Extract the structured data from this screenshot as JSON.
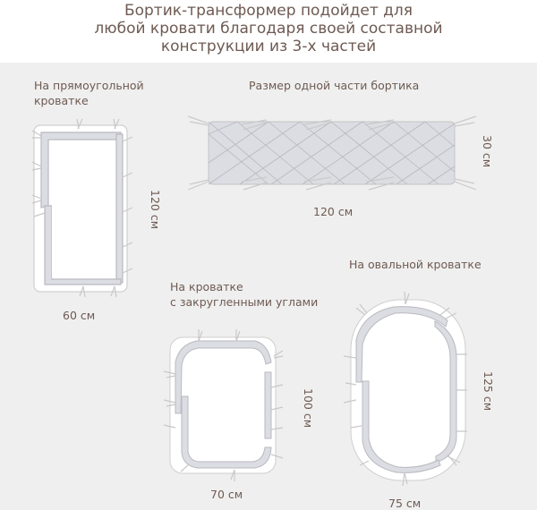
{
  "title": {
    "line1": "Бортик-трансформер подойдет для",
    "line2": "любой кровати благодаря своей составной",
    "line3": "конструкции из 3-х частей"
  },
  "rectangular_crib": {
    "label_line1": "На прямоугольной",
    "label_line2": "кроватке",
    "width": "60 см",
    "length": "120 см"
  },
  "bumper_piece": {
    "label": "Размер одной части бортика",
    "width": "120 см",
    "height": "30 см"
  },
  "rounded_crib": {
    "label_line1": "На кроватке",
    "label_line2": "с закругленными углами",
    "width": "70 см",
    "length": "100 см"
  },
  "oval_crib": {
    "label": "На овальной кроватке",
    "width": "75 см",
    "length": "125 см"
  },
  "colors": {
    "text": "#6e5a52",
    "panel_bg": "#efefef",
    "bumper_fill": "#dcdde3",
    "outline": "#c8c8c8"
  }
}
